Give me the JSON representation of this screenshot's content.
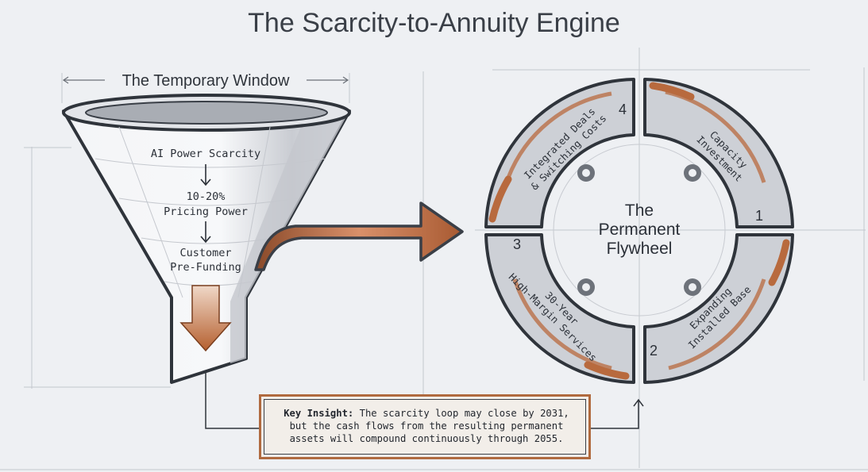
{
  "title": "The Scarcity-to-Annuity Engine",
  "funnel": {
    "label": "The Temporary Window",
    "steps": [
      "AI Power Scarcity",
      "10-20%",
      "Pricing Power",
      "Customer",
      "Pre-Funding"
    ]
  },
  "flywheel": {
    "center_lines": [
      "The",
      "Permanent",
      "Flywheel"
    ],
    "segments": [
      {
        "number": "1",
        "lines": [
          "Capacity",
          "Investment"
        ]
      },
      {
        "number": "2",
        "lines": [
          "Expanding",
          "Installed Base"
        ]
      },
      {
        "number": "3",
        "lines": [
          "30-Year",
          "High-Margin Services"
        ]
      },
      {
        "number": "4",
        "lines": [
          "Integrated Deals",
          "& Switching Costs"
        ]
      }
    ]
  },
  "insight": {
    "label": "Key Insight:",
    "text_line1": "The scarcity loop may close by 2031,",
    "text_line2": "but the cash flows from the resulting permanent",
    "text_line3": "assets will compound continuously through 2055."
  },
  "colors": {
    "copper": "#b86a3e",
    "steel": "#3a3f47",
    "background": "#eef0f3"
  }
}
